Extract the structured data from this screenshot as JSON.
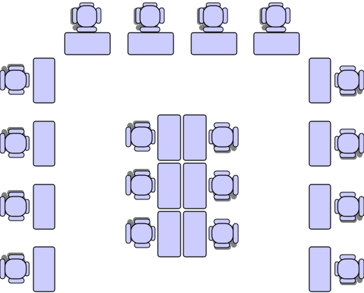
{
  "room": {
    "background": "#ffffff",
    "desk_fill": "#ccccff",
    "outline": "#000000",
    "shadow": "#808080"
  },
  "groups": [
    {
      "name": "top-row",
      "desks": 4,
      "chairs": 4
    },
    {
      "name": "left-column",
      "desks": 4,
      "chairs": 4
    },
    {
      "name": "right-column",
      "desks": 4,
      "chairs": 4
    },
    {
      "name": "center-island",
      "desks": 6,
      "chairs": 6
    }
  ],
  "icons": {
    "desk": "desk-icon",
    "chair": "office-chair-icon"
  }
}
